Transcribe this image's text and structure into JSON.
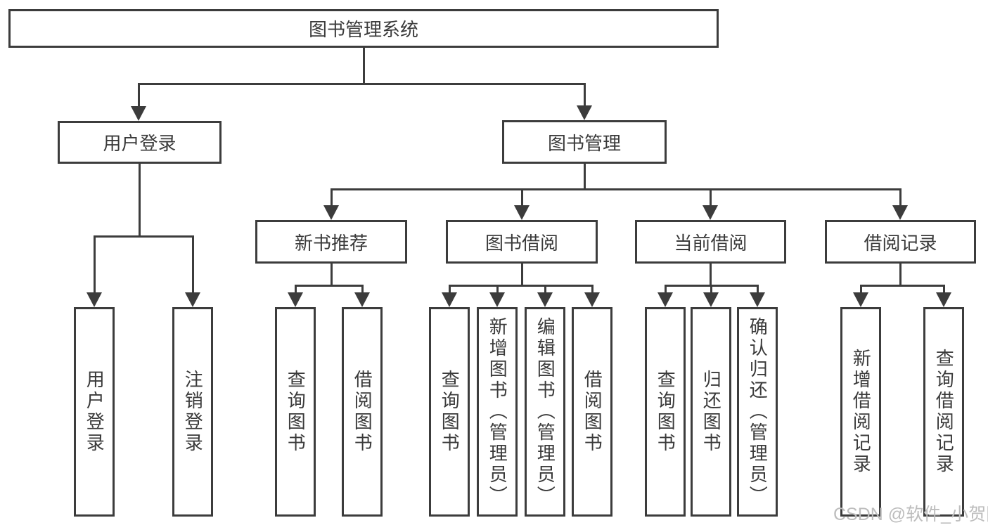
{
  "diagram": {
    "root": {
      "label": "图书管理系统"
    },
    "branches": [
      {
        "label": "用户登录",
        "leaves": [
          {
            "label": "用户登录"
          },
          {
            "label": "注销登录"
          }
        ]
      },
      {
        "label": "图书管理",
        "groups": [
          {
            "label": "新书推荐",
            "leaves": [
              {
                "label": "查询图书"
              },
              {
                "label": "借阅图书"
              }
            ]
          },
          {
            "label": "图书借阅",
            "leaves": [
              {
                "label": "查询图书"
              },
              {
                "label": "新增图书（管理员）"
              },
              {
                "label": "编辑图书（管理员）"
              },
              {
                "label": "借阅图书"
              }
            ]
          },
          {
            "label": "当前借阅",
            "leaves": [
              {
                "label": "查询图书"
              },
              {
                "label": "归还图书"
              },
              {
                "label": "确认归还（管理员）"
              }
            ]
          },
          {
            "label": "借阅记录",
            "leaves": [
              {
                "label": "新增借阅记录"
              },
              {
                "label": "查询借阅记录"
              }
            ]
          }
        ]
      }
    ]
  },
  "watermark": {
    "text": "CSDN @软件_小贺同学"
  },
  "colors": {
    "line": "#3c3c3c",
    "text": "#3a3a3a",
    "background": "#ffffff",
    "watermark": "#bdbdbd"
  }
}
